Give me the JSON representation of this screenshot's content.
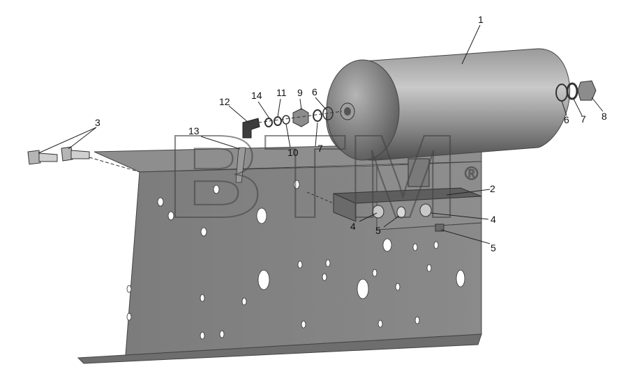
{
  "figure": {
    "watermark": "BTM",
    "watermark_mark": "®",
    "callouts": [
      {
        "id": "c1",
        "text": "1"
      },
      {
        "id": "c2",
        "text": "2"
      },
      {
        "id": "c3",
        "text": "3"
      },
      {
        "id": "c4a",
        "text": "4"
      },
      {
        "id": "c4b",
        "text": "4"
      },
      {
        "id": "c5a",
        "text": "5"
      },
      {
        "id": "c5b",
        "text": "5"
      },
      {
        "id": "c6a",
        "text": "6"
      },
      {
        "id": "c6b",
        "text": "6"
      },
      {
        "id": "c7a",
        "text": "7"
      },
      {
        "id": "c7b",
        "text": "7"
      },
      {
        "id": "c8",
        "text": "8"
      },
      {
        "id": "c9",
        "text": "9"
      },
      {
        "id": "c10",
        "text": "10"
      },
      {
        "id": "c11",
        "text": "11"
      },
      {
        "id": "c12",
        "text": "12"
      },
      {
        "id": "c13",
        "text": "13"
      },
      {
        "id": "c14",
        "text": "14"
      }
    ]
  }
}
